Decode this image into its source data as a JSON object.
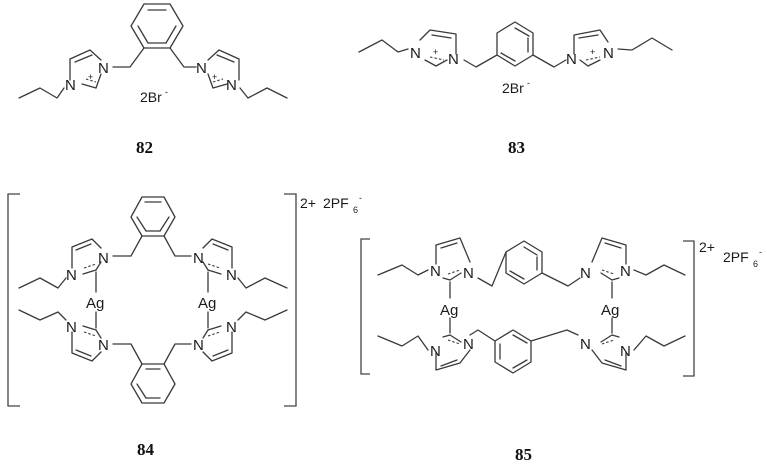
{
  "figure": {
    "compounds": [
      {
        "id": "82",
        "label": "82",
        "linker": "ortho-xylylene",
        "counterion": "2Br",
        "counterion_charge": "-",
        "cation_marks": [
          "+",
          "+"
        ],
        "atoms": [
          "N",
          "N",
          "N",
          "N"
        ]
      },
      {
        "id": "83",
        "label": "83",
        "linker": "meta-xylylene",
        "counterion": "2Br",
        "counterion_charge": "-",
        "cation_marks": [
          "+",
          "+"
        ],
        "atoms": [
          "N",
          "N",
          "N",
          "N"
        ]
      },
      {
        "id": "84",
        "label": "84",
        "linker": "ortho-xylylene",
        "metal": "Ag",
        "metal_count": 2,
        "complex_charge": "2+",
        "counterion": "2PF",
        "counterion_subscript": "6",
        "counterion_charge": "-"
      },
      {
        "id": "85",
        "label": "85",
        "linker": "meta-xylylene",
        "metal": "Ag",
        "metal_count": 2,
        "complex_charge": "2+",
        "counterion": "2PF",
        "counterion_subscript": "6",
        "counterion_charge": "-"
      }
    ],
    "atom_labels": {
      "nitrogen": "N",
      "silver": "Ag",
      "plus": "+"
    },
    "colors": {
      "bond": "#3a3a3a",
      "text": "#1a1a1a",
      "background": "#ffffff"
    }
  }
}
